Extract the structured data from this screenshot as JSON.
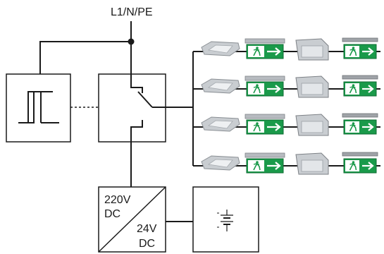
{
  "supply_label": "L1/N/PE",
  "converter": {
    "input_label_1": "220V",
    "input_label_2": "DC",
    "output_label_1": "24V",
    "output_label_2": "DC"
  },
  "circuits": [
    {
      "fixtures": [
        "ceiling-luminaire",
        "exit-sign-hanging",
        "wall-luminaire",
        "exit-sign-slim"
      ]
    },
    {
      "fixtures": [
        "ceiling-luminaire",
        "exit-sign-hanging",
        "wall-luminaire",
        "exit-sign-slim"
      ]
    },
    {
      "fixtures": [
        "ceiling-luminaire",
        "exit-sign-hanging",
        "wall-luminaire",
        "exit-sign-slim"
      ]
    },
    {
      "fixtures": [
        "ceiling-luminaire",
        "exit-sign-hanging",
        "wall-luminaire",
        "exit-sign-slim"
      ]
    }
  ],
  "colors": {
    "line": "#1a1a1a",
    "exit_green": "#1a9a4a",
    "fixture_gray": "#c9cdd1"
  },
  "icons": [
    "running-man-icon",
    "arrow-right-icon",
    "battery-icon",
    "relay-hysteresis-icon",
    "transfer-switch-icon"
  ]
}
